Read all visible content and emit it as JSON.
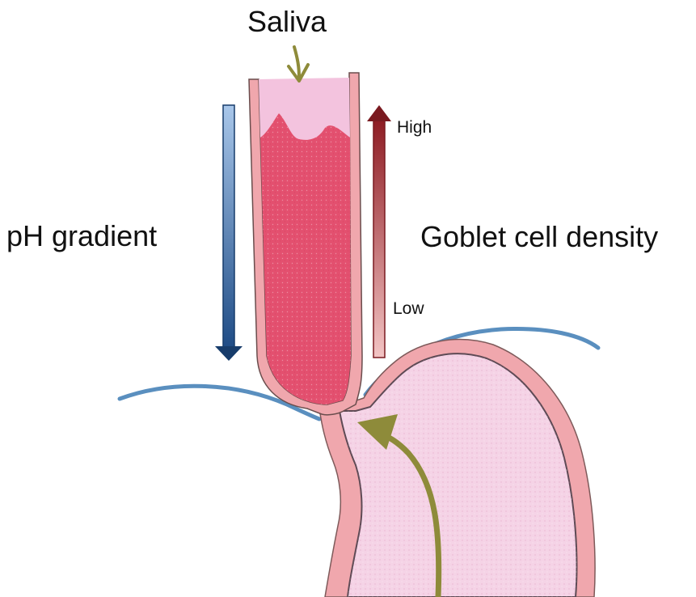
{
  "labels": {
    "saliva": "Saliva",
    "ph_gradient": "pH gradient",
    "goblet_density": "Goblet cell density",
    "high": "High",
    "low": "Low"
  },
  "colors": {
    "esophagus_fill": "#e3506f",
    "saliva_fill": "#f3c3de",
    "stomach_fill": "#f5d3e6",
    "wall": "#f0a7ad",
    "diaphragm": "#5a8fbf",
    "ph_arrow": "#2b5f9e",
    "goblet_arrow": "#b8383e",
    "olive_arrow": "#8e8b3a"
  }
}
